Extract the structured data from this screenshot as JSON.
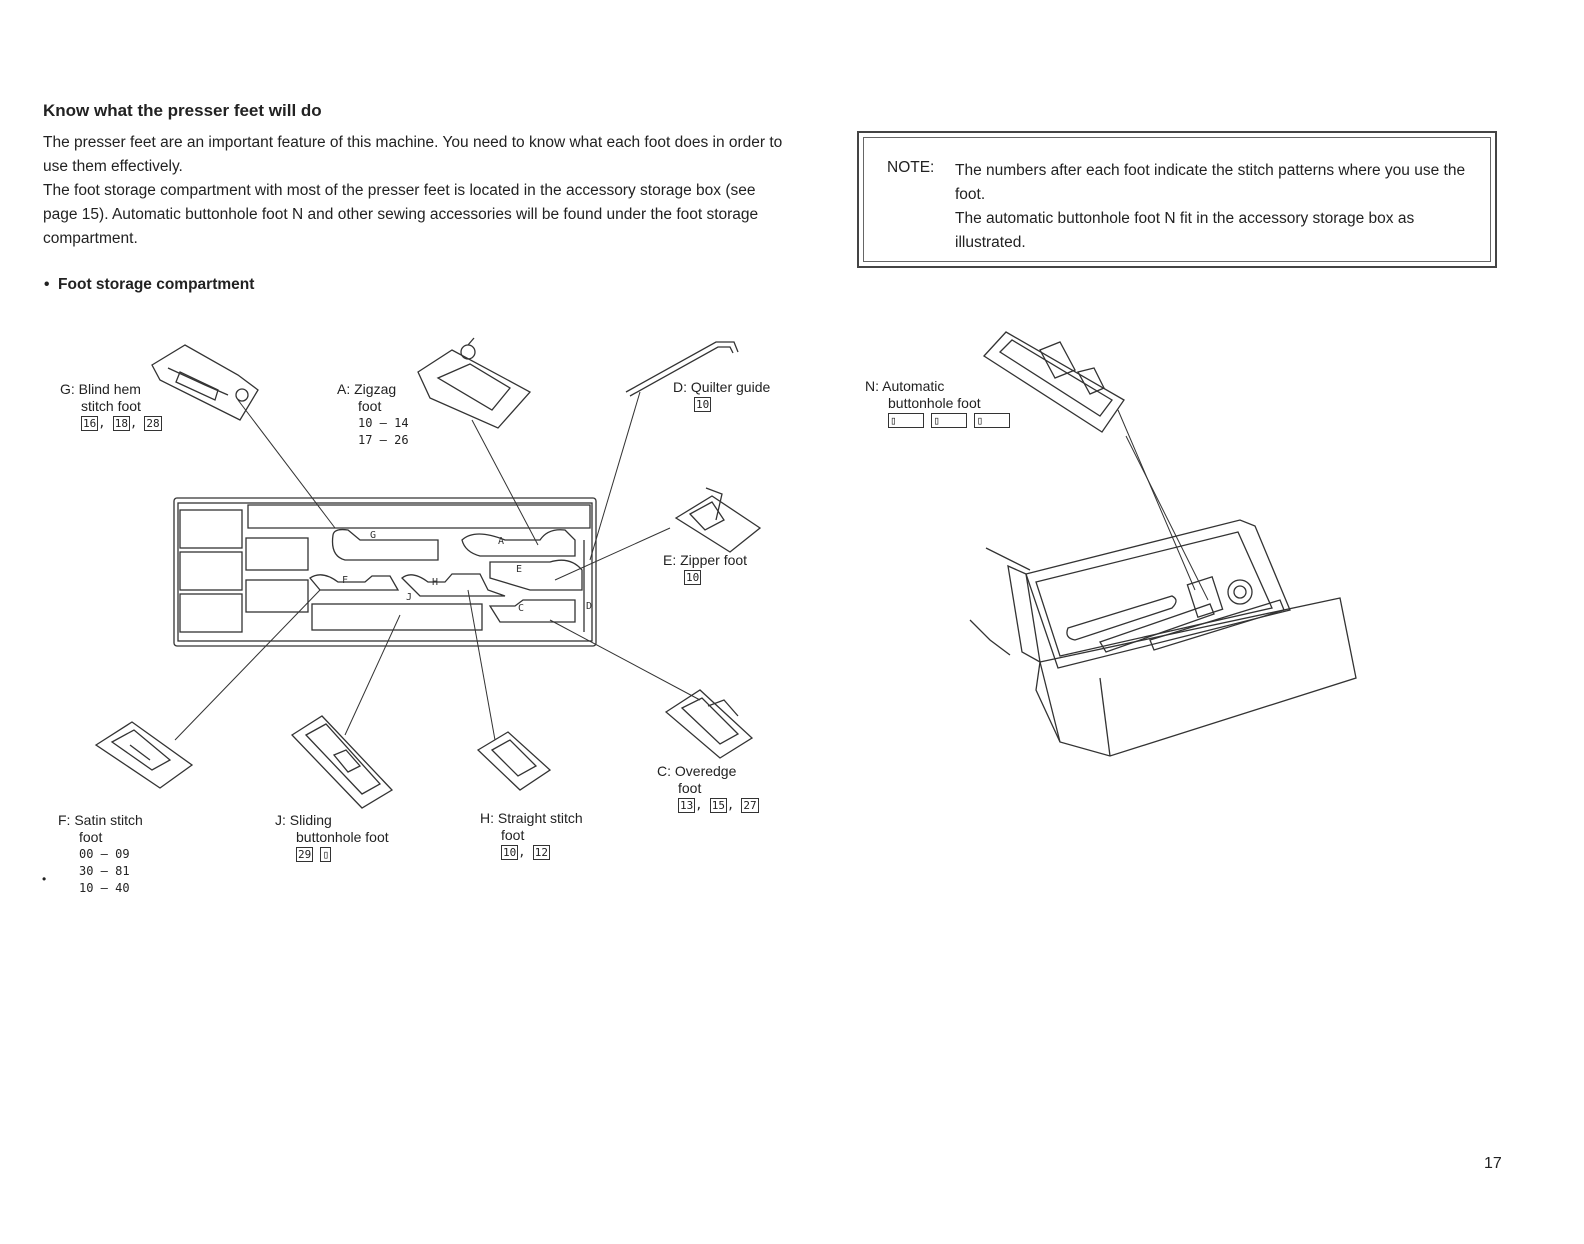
{
  "heading": "Know what the presser feet will do",
  "intro": [
    "The presser feet are an important feature of this machine. You need to know what each foot does in order to use them effectively.",
    "The foot storage compartment with most of the presser feet is located in the accessory storage box (see page 15). Automatic buttonhole foot N and other sewing accessories will be found under the foot storage compartment."
  ],
  "bullet": "Foot storage compartment",
  "note": {
    "label": "NOTE:",
    "lines": [
      "The numbers after each foot indicate the stitch patterns where you use the foot.",
      "The automatic buttonhole foot N fit in the accessory storage box as illustrated."
    ]
  },
  "feet": {
    "G": {
      "letter": "G:",
      "name1": "Blind hem",
      "name2": "stitch foot",
      "codes": [
        "16",
        "18",
        "28"
      ]
    },
    "A": {
      "letter": "A:",
      "name1": "Zigzag",
      "name2": "foot",
      "codes1": "10 – 14",
      "codes2": "17 – 26"
    },
    "D": {
      "letter": "D:",
      "name1": "Quilter guide",
      "codes": "10"
    },
    "E": {
      "letter": "E:",
      "name1": "Zipper foot",
      "codes": "10"
    },
    "C": {
      "letter": "C:",
      "name1": "Overedge",
      "name2": "foot",
      "codes": [
        "13",
        "15",
        "27"
      ]
    },
    "F": {
      "letter": "F:",
      "name1": "Satin stitch",
      "name2": "foot",
      "codes1": "00 – 09",
      "codes2": "30 – 81",
      "codes3": "10 – 40"
    },
    "J": {
      "letter": "J:",
      "name1": "Sliding",
      "name2": "buttonhole foot",
      "codes": "29"
    },
    "H": {
      "letter": "H:",
      "name1": "Straight stitch",
      "name2": "foot",
      "codes": [
        "10",
        "12"
      ]
    },
    "N": {
      "letter": "N:",
      "name1": "Automatic",
      "name2": "buttonhole foot"
    }
  },
  "compartment_letters": [
    "G",
    "A",
    "F",
    "H",
    "J",
    "E",
    "C",
    "D"
  ],
  "page_number": "17"
}
